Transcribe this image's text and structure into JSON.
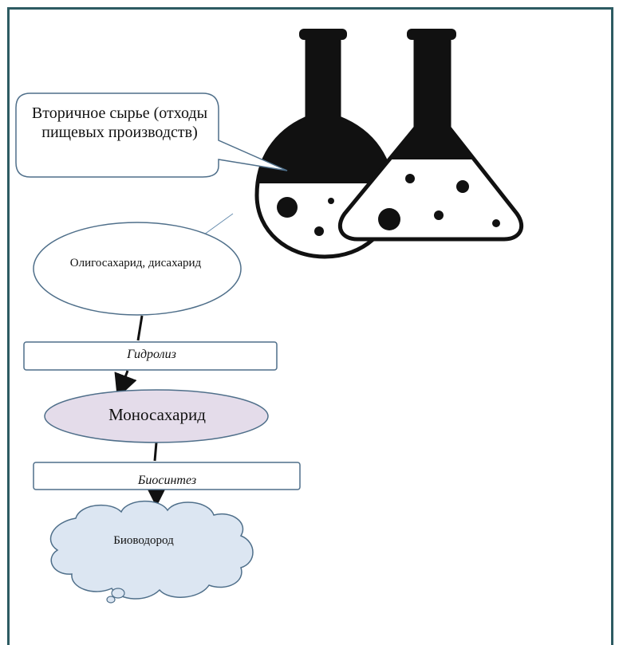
{
  "callout": {
    "text": "Вторичное сырье (отходы пищевых производств)"
  },
  "nodes": {
    "oligo": "Олигосахарид, дисахарид",
    "hydrolysis": "Гидролиз",
    "monosaccharide": "Моносахарид",
    "biosynthesis": "Биосинтез",
    "biohydrogen": "Биоводород"
  },
  "colors": {
    "frame": "#2d5b62",
    "box_stroke": "#4f6f8a",
    "mono_fill": "#e4dcea",
    "cloud_fill": "#dce6f2",
    "flask": "#111111"
  }
}
